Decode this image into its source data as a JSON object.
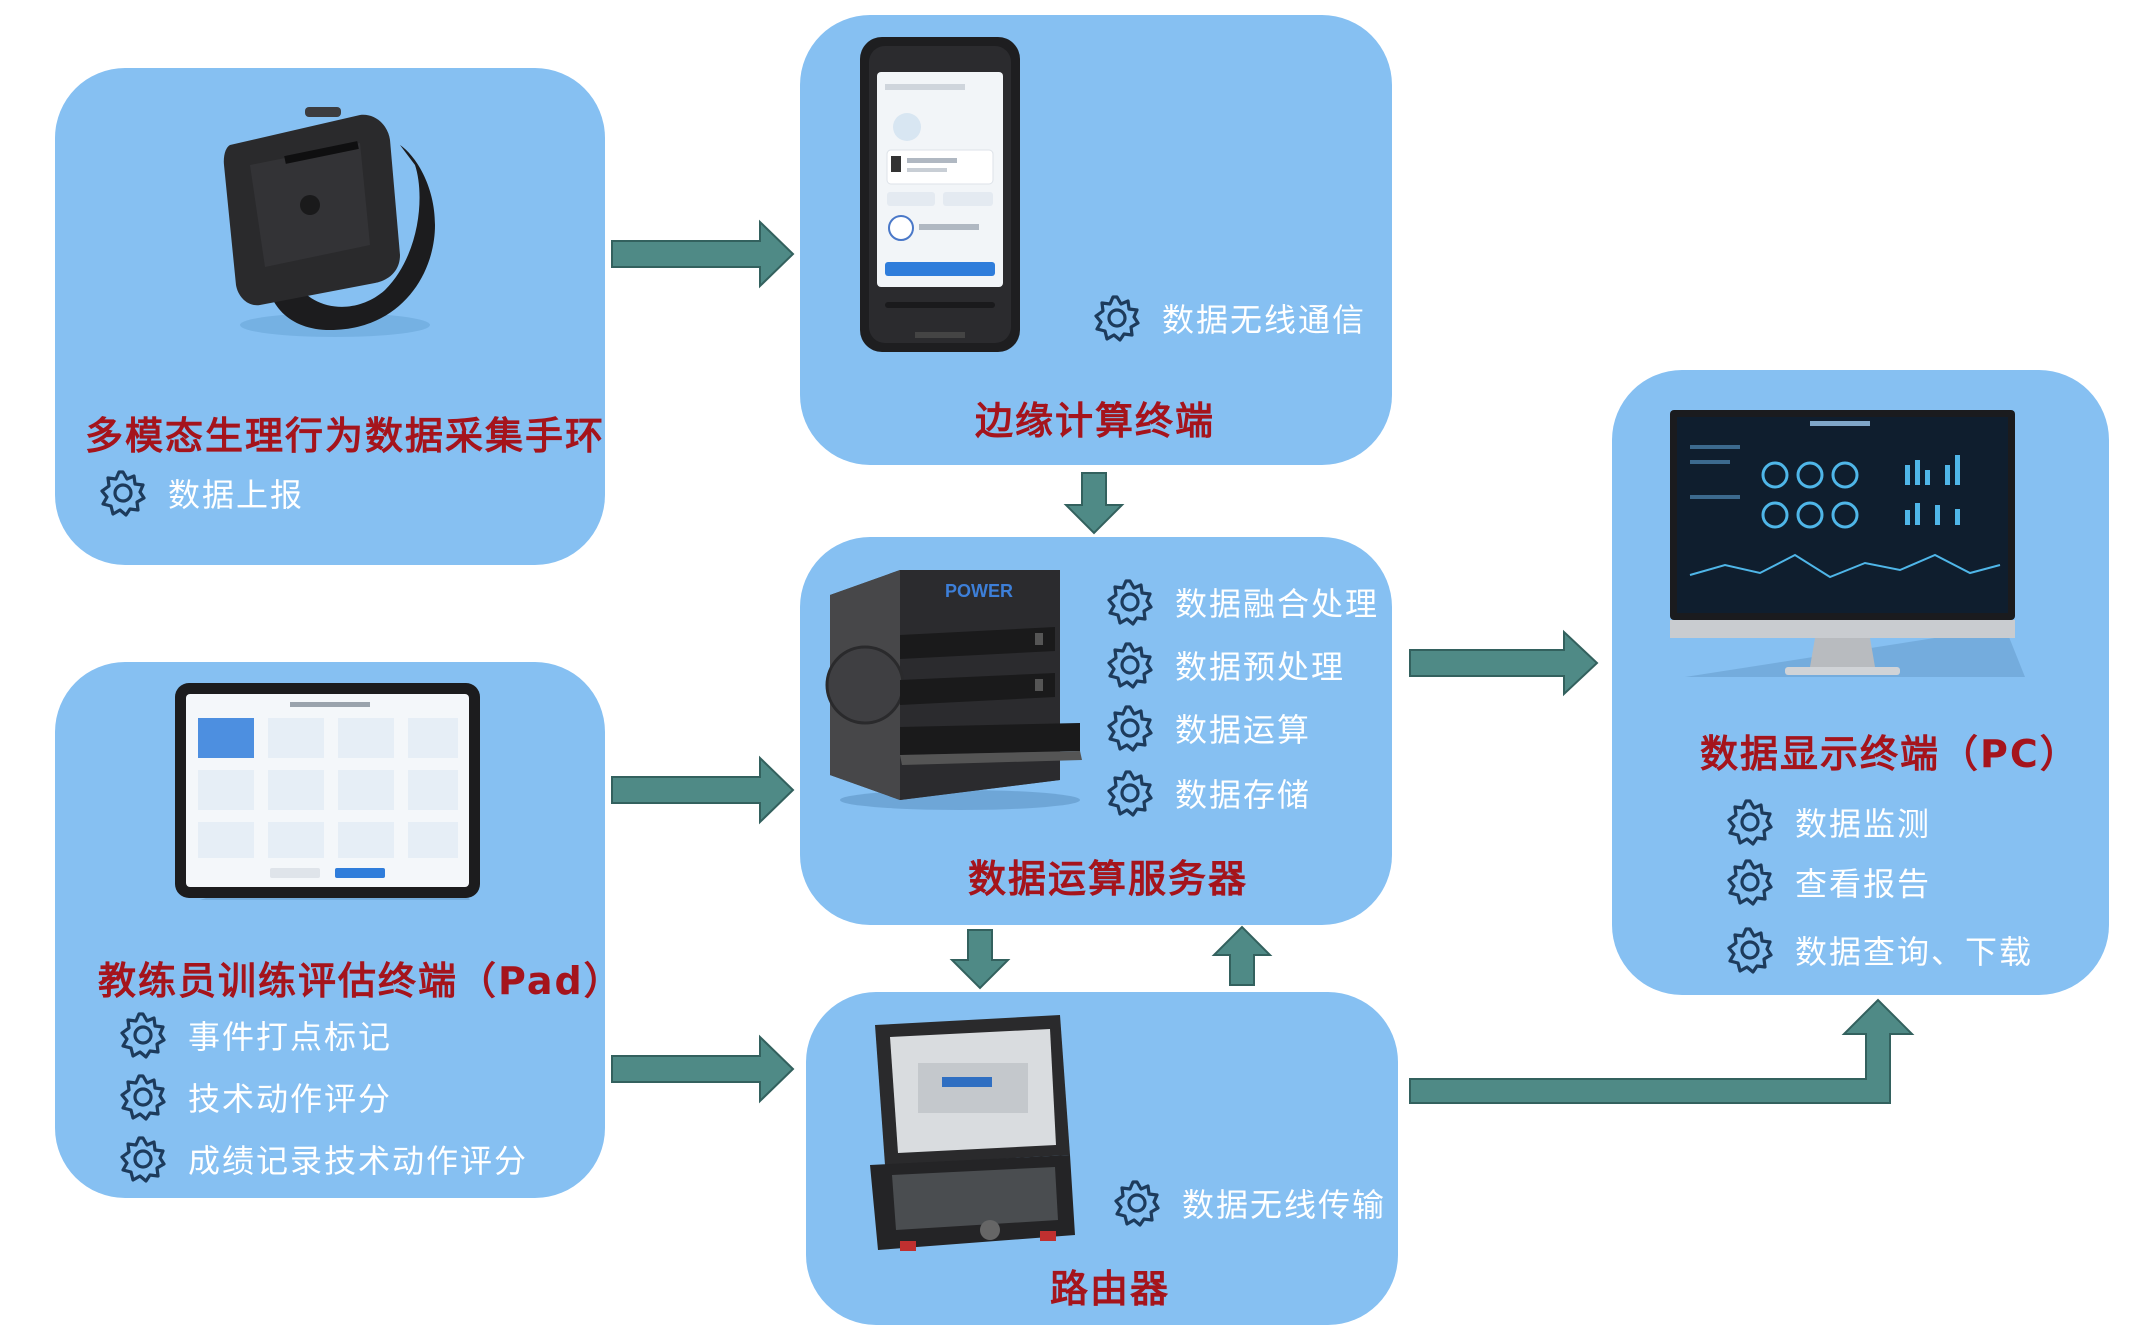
{
  "nodes": {
    "bracelet": {
      "title": "多模态生理行为数据采集手环",
      "features": [
        "数据上报"
      ]
    },
    "edge": {
      "title": "边缘计算终端",
      "features": [
        "数据无线通信"
      ]
    },
    "pad": {
      "title": "教练员训练评估终端（Pad）",
      "features": [
        "事件打点标记",
        "技术动作评分",
        "成绩记录技术动作评分"
      ]
    },
    "server": {
      "title": "数据运算服务器",
      "features": [
        "数据融合处理",
        "数据预处理",
        "数据运算",
        "数据存储"
      ]
    },
    "router": {
      "title": "路由器",
      "features": [
        "数据无线传输"
      ]
    },
    "pc": {
      "title": "数据显示终端（PC）",
      "features": [
        "数据监测",
        "查看报告",
        "数据查询、下载"
      ]
    }
  },
  "device_labels": {
    "server_brand": "POWER"
  },
  "colors": {
    "box_fill": "#86c0f2",
    "title_text": "#a5141c",
    "feature_text": "#ffffff",
    "arrow_fill": "#4f8a86"
  },
  "icons": {
    "feature_icon": "gear-icon",
    "arrow": "block-arrow"
  }
}
